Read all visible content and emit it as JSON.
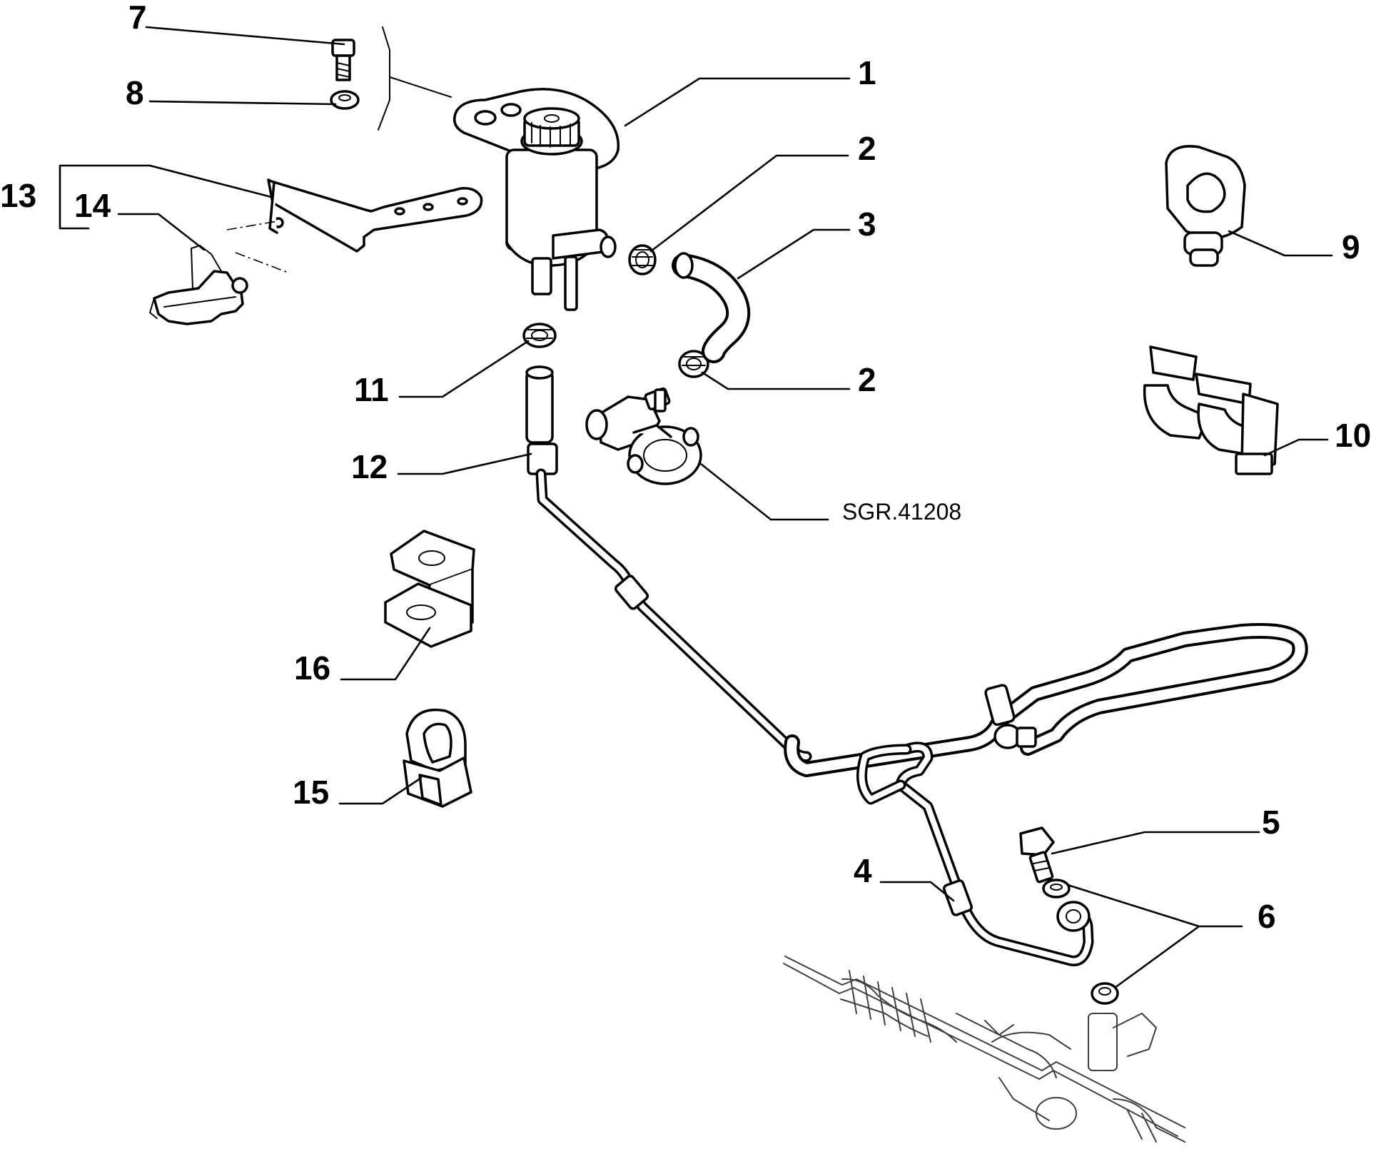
{
  "labels": {
    "l1": "1",
    "l2a": "2",
    "l2b": "2",
    "l3": "3",
    "l4": "4",
    "l5": "5",
    "l6": "6",
    "l7": "7",
    "l8": "8",
    "l9": "9",
    "l10": "10",
    "l11": "11",
    "l12": "12",
    "l13": "13",
    "l14": "14",
    "l15": "15",
    "l16": "16"
  },
  "drawing_code": "SGR.41208"
}
